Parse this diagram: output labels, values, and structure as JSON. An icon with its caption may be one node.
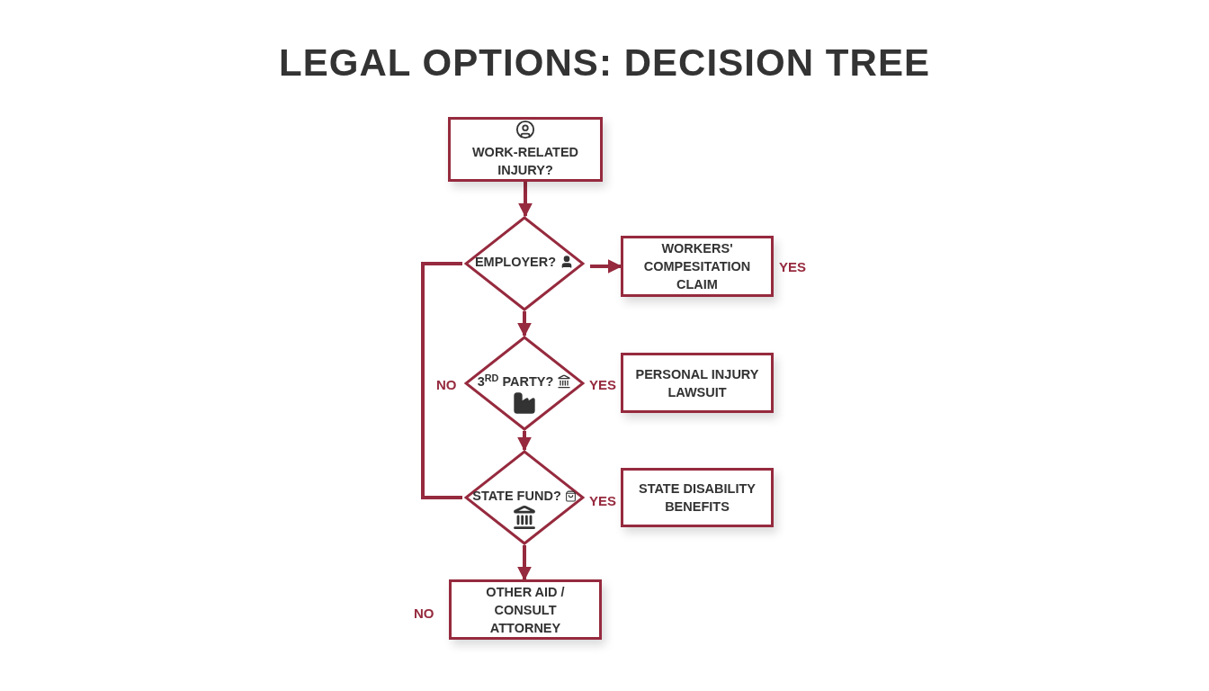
{
  "diagram": {
    "title": "LEGAL OPTIONS: DECISION TREE",
    "nodes": [
      {
        "text": [
          "WORK-RELATED INJURY?"
        ]
      },
      {
        "text": [
          "EMPLOYER?"
        ]
      },
      {
        "text": [
          "WORKERS' COMPESITATION CLAIM"
        ]
      },
      {
        "text": [
          "3$^{RD}$ PARTY?"
        ]
      },
      {
        "text": [
          "PERSONAL INJURY LAWSUIT"
        ]
      },
      {
        "text": [
          "STATE FUND?"
        ]
      },
      {
        "text": [
          "STATE DISABILITY BENEFITS"
        ]
      },
      {
        "text": [
          "OTHER AID / CONSULT ATTORNEY"
        ]
      }
    ],
    "edges": [
      {
        "from": 0,
        "to": 1,
        "arrow": "to"
      },
      {
        "from": 1,
        "to": 2,
        "arrow": "to"
      },
      {
        "from": 1,
        "to": 3,
        "arrow": "to"
      },
      {
        "from": 3,
        "to": 5,
        "arrow": "to"
      },
      {
        "from": 5,
        "to": 7,
        "arrow": "to"
      },
      {
        "from": 1,
        "to": 5,
        "arrow": "none"
      }
    ],
    "labels": [
      "YES",
      "NO",
      "YES",
      "YES",
      "NO"
    ]
  }
}
